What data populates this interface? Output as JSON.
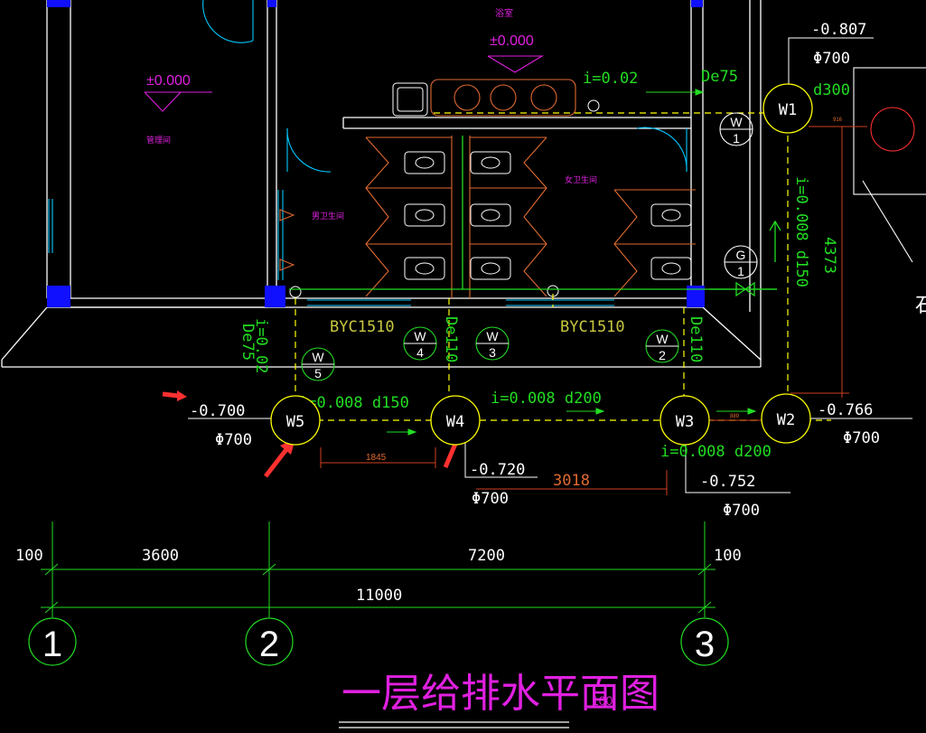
{
  "drawing": {
    "title": "一层给排水平面图",
    "scale_suffix": "100",
    "colors": {
      "wall": "#ffffff",
      "blue_fill": "#1010ff",
      "cyan": "#00c8ff",
      "green": "#22dd22",
      "yellow": "#ffff00",
      "magenta": "#e020e0",
      "red": "#ff3030",
      "orange": "#e06a30",
      "dim_red": "#d04020"
    }
  },
  "levels": {
    "middle_room": "±0.000",
    "left_room": "±0.000"
  },
  "room_labels": {
    "left_room": "管理间",
    "top_room": "浴室",
    "male_toilet": "男卫生间",
    "female_toilet": "女卫生间"
  },
  "windows": {
    "left": "BYC1510",
    "right": "BYC1510"
  },
  "pipe_labels": {
    "slope_top": "i=0.02",
    "de75_top": "De75",
    "de75_left": "De75",
    "slope_left_vertical": "i=0.02",
    "de110_left": "De110",
    "de110_right": "De110",
    "slope_right_vertical": "i=0.008 d150",
    "w5_w4": "i=0.008 d150",
    "w4_w3": "i=0.008 d200",
    "w3_w2": "i=0.008 d200",
    "w1_size": "d300",
    "dist_right": "4373"
  },
  "inspection_wells": [
    {
      "id": "W1",
      "elevation": "-0.807",
      "diameter": "Φ700"
    },
    {
      "id": "W2",
      "elevation": "-0.766",
      "diameter": "Φ700"
    },
    {
      "id": "W3",
      "elevation": "-0.752",
      "diameter": "Φ700"
    },
    {
      "id": "W4",
      "elevation": "-0.720",
      "diameter": "Φ700"
    },
    {
      "id": "W5",
      "elevation": "-0.700",
      "diameter": "Φ700"
    }
  ],
  "pipe_tags": [
    {
      "letter": "W",
      "num": "1"
    },
    {
      "letter": "W",
      "num": "2"
    },
    {
      "letter": "W",
      "num": "3"
    },
    {
      "letter": "W",
      "num": "4"
    },
    {
      "letter": "W",
      "num": "5"
    },
    {
      "letter": "G",
      "num": "1"
    }
  ],
  "red_dimensions": {
    "w5_w4": "1845",
    "w4_w3": "3018",
    "w3_w2": "889",
    "w1_pipe": "916"
  },
  "grid_dimensions": {
    "left_offset": "100",
    "bay_1_2": "3600",
    "bay_2_3": "7200",
    "right_offset": "100",
    "total": "11000"
  },
  "axis_labels": [
    "1",
    "2",
    "3"
  ],
  "edge_text": "石"
}
